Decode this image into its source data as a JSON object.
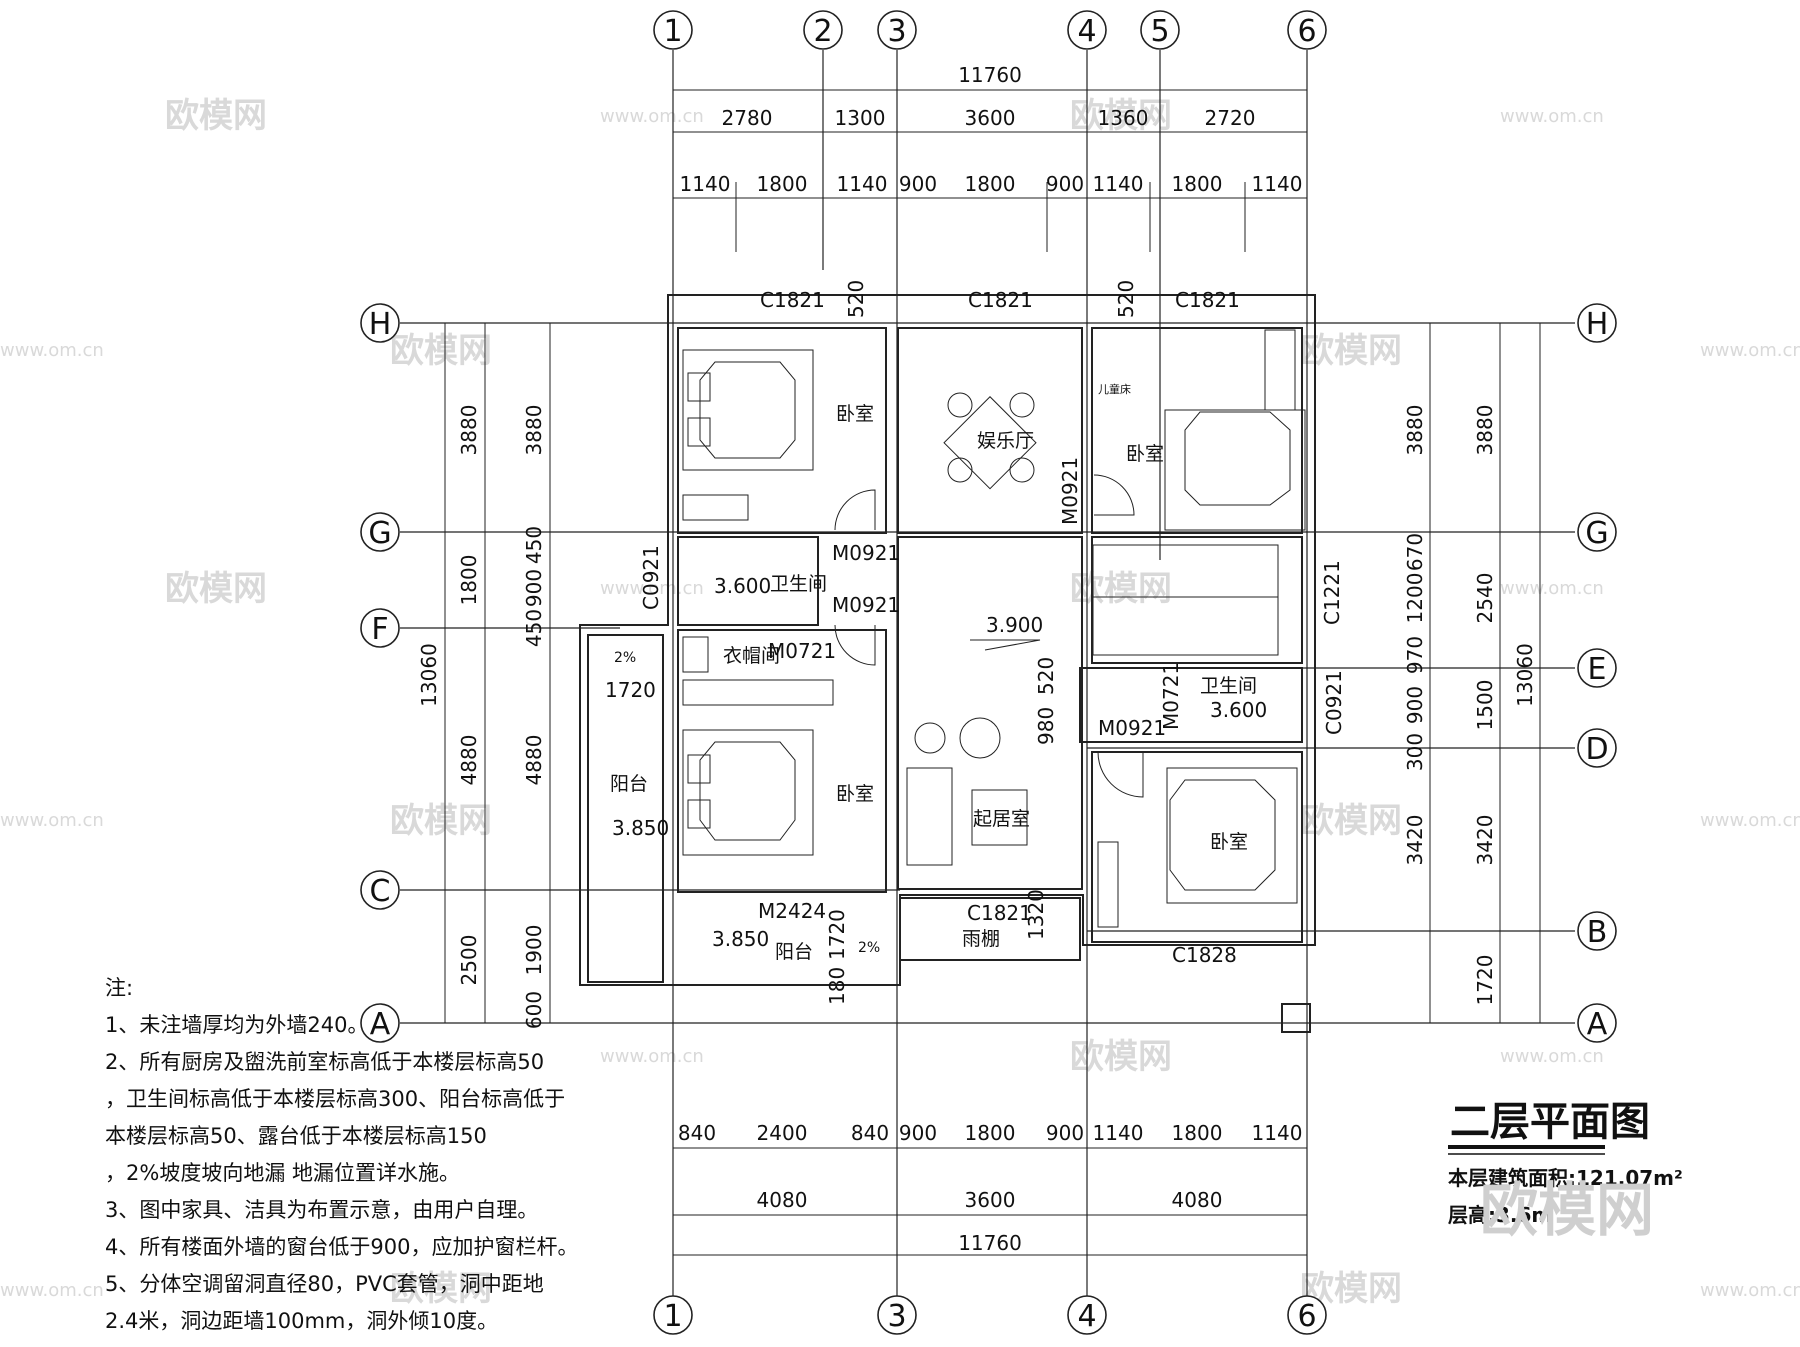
{
  "title": {
    "text": "二层平面图",
    "area": "本层建筑面积:121.07m²",
    "height": "层高:3.6m"
  },
  "watermark": {
    "brand": "欧模网",
    "url": "www.om.cn"
  },
  "axes": {
    "cols": [
      "1",
      "2",
      "3",
      "4",
      "5",
      "6"
    ],
    "rows": [
      "H",
      "G",
      "F",
      "E",
      "D",
      "C",
      "B",
      "A"
    ]
  },
  "dims": {
    "top_total": "11760",
    "top_mid": [
      "2780",
      "1300",
      "3600",
      "1360",
      "2720"
    ],
    "top_detail": [
      "1140",
      "1800",
      "1140",
      "900",
      "1800",
      "900",
      "1140",
      "1800",
      "1140"
    ],
    "bottom_detail": [
      "840",
      "2400",
      "840",
      "900",
      "1800",
      "900",
      "1140",
      "1800",
      "1140"
    ],
    "bottom_mid": [
      "4080",
      "3600",
      "4080"
    ],
    "bottom_total": "11760",
    "left_outer": [
      "3880",
      "1800",
      "4880",
      "2500"
    ],
    "left_total": "13060",
    "left_inner": [
      "3880",
      "450",
      "900",
      "450",
      "4880",
      "1900",
      "600"
    ],
    "right_inner": [
      "3880",
      "670",
      "1200",
      "970",
      "900",
      "300",
      "3420",
      "1720"
    ],
    "right_mid": [
      "3880",
      "2540",
      "1500",
      "3420"
    ],
    "right_total": "13060",
    "misc": [
      "520",
      "520",
      "1720",
      "980",
      "520",
      "1320",
      "1720",
      "180"
    ]
  },
  "rooms": {
    "bedroom": "卧室",
    "entertainment": "娱乐厅",
    "toilet": "卫生间",
    "cloakroom": "衣帽间",
    "living": "起居室",
    "balcony": "阳台",
    "canopy": "雨棚",
    "kids_bed": "儿童床"
  },
  "levels": {
    "main": "3.900",
    "toilet": "3.600",
    "balcony": "3.850",
    "slope": "2%"
  },
  "openings": {
    "c1821": "C1821",
    "c0921": "C0921",
    "c1221": "C1221",
    "c1828": "C1828",
    "m0921": "M0921",
    "m0721": "M0721",
    "m2424": "M2424"
  },
  "notes": {
    "heading": "注:",
    "lines": [
      "1、未注墙厚均为外墙240。",
      "2、所有厨房及盥洗前室标高低于本楼层标高50",
      "，卫生间标高低于本楼层标高300、阳台标高低于",
      "本楼层标高50、露台低于本楼层标高150",
      "，2%坡度坡向地漏 地漏位置详水施。",
      "3、图中家具、洁具为布置示意，由用户自理。",
      "4、所有楼面外墙的窗台低于900，应加护窗栏杆。",
      "5、分体空调留洞直径80，PVC套管，洞中距地",
      "2.4米，洞边距墙100mm，洞外倾10度。"
    ]
  }
}
